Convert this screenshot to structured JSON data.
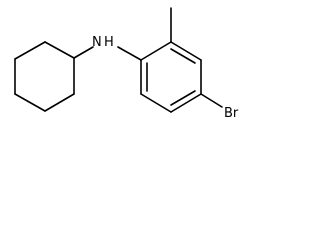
{
  "structure": {
    "atoms": {
      "amine_nitrogen": "N",
      "amine_hydrogen": "H",
      "bromine": "Br"
    }
  }
}
